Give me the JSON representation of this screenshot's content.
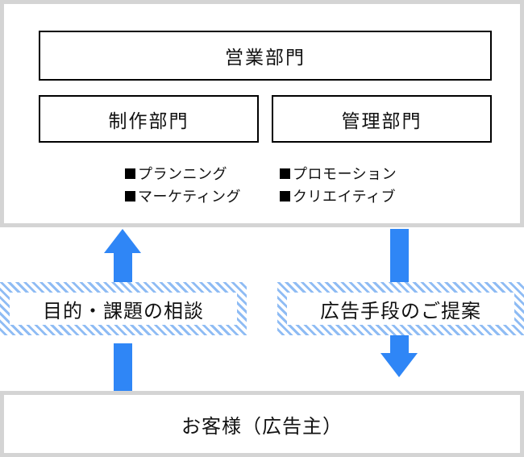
{
  "diagram": {
    "title_alt": "営業部門組織とお客様の関係図",
    "colors": {
      "arrow_blue": "#2f86f6",
      "stripe_blue": "#8fbcf4",
      "panel_border_gray": "#d4d4d4",
      "box_border_black": "#000000",
      "text": "#111111",
      "background": "#ffffff"
    }
  },
  "org_panel": {
    "departments": {
      "sales": "営業部門",
      "production": "制作部門",
      "management": "管理部門"
    },
    "services": [
      "プランニング",
      "プロモーション",
      "マーケティング",
      "クリエイティブ"
    ]
  },
  "flows": {
    "left": {
      "label": "目的・課題の相談",
      "direction": "up"
    },
    "right": {
      "label": "広告手段のご提案",
      "direction": "down"
    }
  },
  "client_panel": {
    "label": "お客様（広告主）"
  }
}
